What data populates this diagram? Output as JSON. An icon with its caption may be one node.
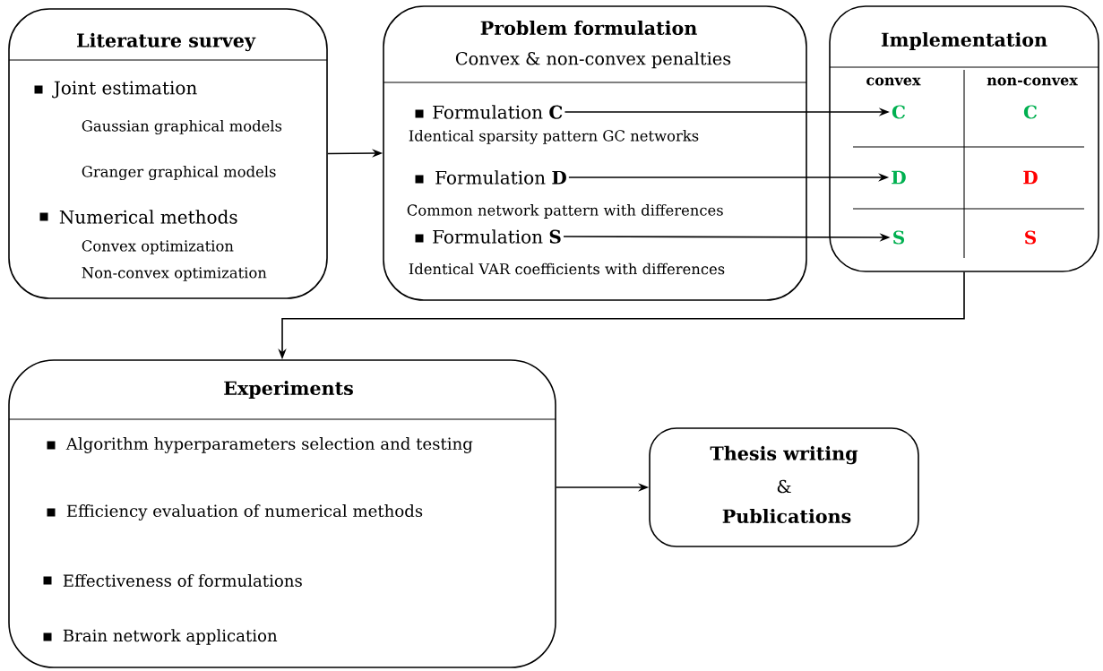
{
  "diagram": {
    "nodes": [
      {
        "text": [
          "Literature survey",
          "Joint estimation",
          "Gaussian graphical models",
          "Granger graphical models",
          "Numerical methods",
          "Convex optimization",
          "Non-convex optimization"
        ]
      },
      {
        "text": [
          "Problem formulation",
          "Convex & non-convex penalties"
        ]
      },
      {
        "text": [
          "Formulation **C**"
        ],
        "beside": [
          "Identical sparsity pattern GC networks"
        ],
        "in": 1
      },
      {
        "text": [
          "Formulation **D**"
        ],
        "beside": [
          "Common network pattern with differences"
        ],
        "in": 1
      },
      {
        "text": [
          "Formulation **S**"
        ],
        "beside": [
          "Identical VAR coefficients with differences"
        ],
        "in": 1
      },
      {
        "text": [
          "Implementation",
          "convex",
          "non-convex"
        ]
      },
      {
        "text": [
          "C"
        ],
        "in": 5
      },
      {
        "text": [
          "C"
        ],
        "in": 5
      },
      {
        "text": [
          "D"
        ],
        "in": 5
      },
      {
        "text": [
          "D"
        ],
        "in": 5
      },
      {
        "text": [
          "S"
        ],
        "in": 5
      },
      {
        "text": [
          "S"
        ],
        "in": 5
      },
      {
        "text": [
          "Experiments",
          "Algorithm hyperparameters selection and testing",
          "Efficiency evaluation of numerical methods",
          "Effectiveness of formulations",
          "Brain network application"
        ]
      },
      {
        "text": [
          "Thesis writing",
          "&",
          "Publications"
        ]
      }
    ],
    "edges": [
      {
        "from": 0,
        "to": 1,
        "arrow": "to"
      },
      {
        "from": 2,
        "to": 6,
        "arrow": "to"
      },
      {
        "from": 3,
        "to": 8,
        "arrow": "to"
      },
      {
        "from": 4,
        "to": 10,
        "arrow": "to"
      },
      {
        "from": 5,
        "to": 12,
        "arrow": "to"
      },
      {
        "from": 12,
        "to": 13,
        "arrow": "to"
      }
    ]
  }
}
